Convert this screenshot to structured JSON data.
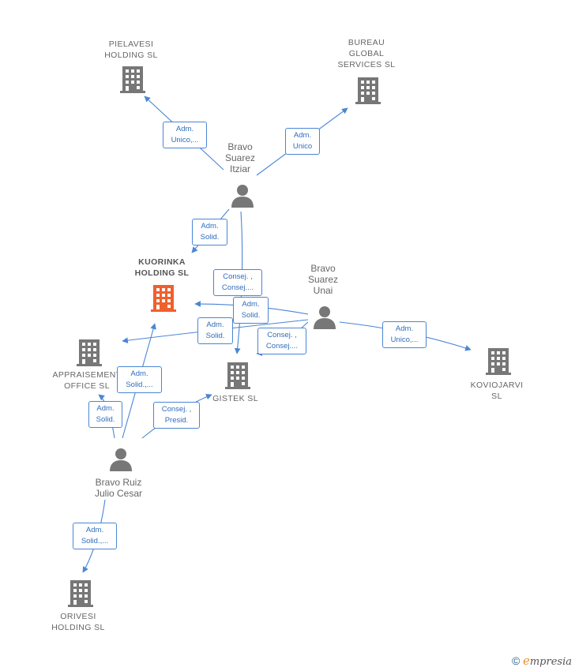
{
  "colors": {
    "edge": "#4a86d4",
    "company_icon": "#777777",
    "focus_icon": "#f0602c",
    "person_icon": "#777777"
  },
  "companies": [
    {
      "id": "pielavesi",
      "label": "PIELAVESI\nHOLDING  SL",
      "icon": "building-icon",
      "focus": false
    },
    {
      "id": "bureau",
      "label": "BUREAU\nGLOBAL\nSERVICES  SL",
      "icon": "building-icon",
      "focus": false
    },
    {
      "id": "kuorinka",
      "label": "KUORINKA\nHOLDING  SL",
      "icon": "building-icon",
      "focus": true
    },
    {
      "id": "appraisement",
      "label": "APPRAISEMENT\nOFFICE  SL",
      "icon": "building-icon",
      "focus": false
    },
    {
      "id": "gistek",
      "label": "GISTEK  SL",
      "icon": "building-icon",
      "focus": false
    },
    {
      "id": "koviojarvi",
      "label": "KOVIOJARVI\nSL",
      "icon": "building-icon",
      "focus": false
    },
    {
      "id": "orivesi",
      "label": "ORIVESI\nHOLDING  SL",
      "icon": "building-icon",
      "focus": false
    }
  ],
  "people": [
    {
      "id": "itziar",
      "label": "Bravo\nSuarez\nItziar",
      "icon": "person-icon"
    },
    {
      "id": "unai",
      "label": "Bravo\nSuarez\nUnai",
      "icon": "person-icon"
    },
    {
      "id": "julio",
      "label": "Bravo Ruiz\nJulio Cesar",
      "icon": "person-icon"
    }
  ],
  "edges": [
    {
      "id": "e1",
      "label": "Adm.\nUnico,..."
    },
    {
      "id": "e2",
      "label": "Adm.\nUnico"
    },
    {
      "id": "e3",
      "label": "Adm.\nSolid."
    },
    {
      "id": "e4",
      "label": "Consej. ,\nConsej...."
    },
    {
      "id": "e5",
      "label": "Adm.\nSolid."
    },
    {
      "id": "e6",
      "label": "Adm.\nSolid."
    },
    {
      "id": "e7",
      "label": "Consej. ,\nConsej...."
    },
    {
      "id": "e8",
      "label": "Adm.\nUnico,..."
    },
    {
      "id": "e9",
      "label": "Adm.\nSolid.,..."
    },
    {
      "id": "e10",
      "label": "Adm.\nSolid."
    },
    {
      "id": "e11",
      "label": "Consej. ,\nPresid."
    },
    {
      "id": "e12",
      "label": "Adm.\nSolid.,..."
    }
  ],
  "brand": {
    "copyright": "©",
    "e": "e",
    "rest": "mpresia"
  }
}
